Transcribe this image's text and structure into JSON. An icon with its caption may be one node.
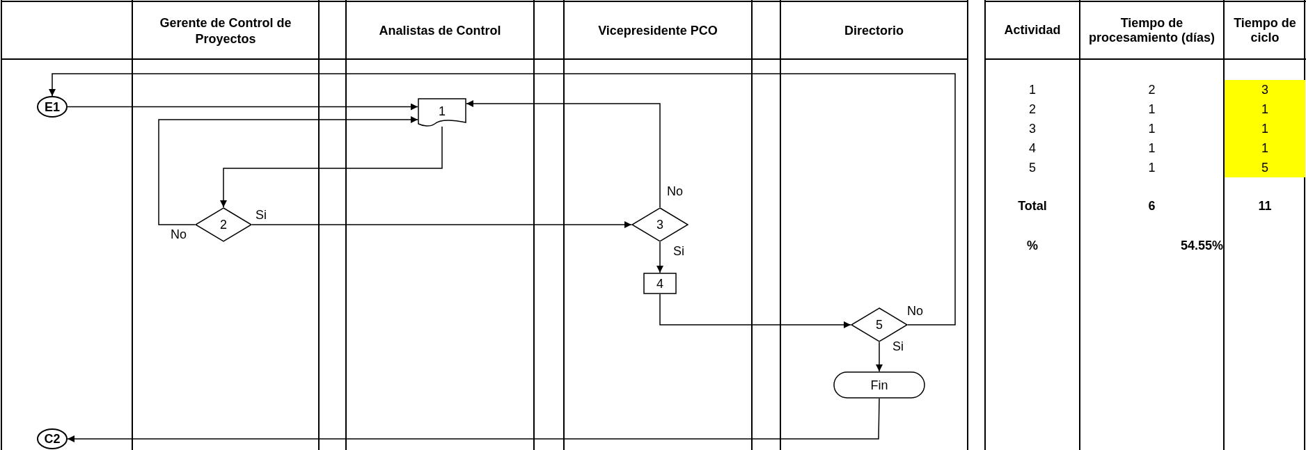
{
  "diagram": {
    "nodes": [
      {
        "text": [
          "E1"
        ]
      },
      {
        "text": [
          "1"
        ]
      },
      {
        "text": [
          "2"
        ]
      },
      {
        "text": [
          "3"
        ]
      },
      {
        "text": [
          "4"
        ]
      },
      {
        "text": [
          "5"
        ]
      },
      {
        "text": [
          "Fin"
        ]
      },
      {
        "text": [
          "C2"
        ]
      }
    ],
    "edges": [
      {
        "from": 0,
        "to": 1,
        "arrow": "to"
      },
      {
        "from": 2,
        "to": 1,
        "arrow": "to",
        "label": "No"
      },
      {
        "from": 1,
        "to": 2,
        "arrow": "to"
      },
      {
        "from": 2,
        "to": 3,
        "arrow": "to",
        "label": "Si"
      },
      {
        "from": 3,
        "to": 1,
        "arrow": "to",
        "label": "No"
      },
      {
        "from": 3,
        "to": 4,
        "arrow": "to",
        "label": "Si"
      },
      {
        "from": 4,
        "to": 5,
        "arrow": "to"
      },
      {
        "from": 5,
        "to": 0,
        "arrow": "to",
        "label": "No"
      },
      {
        "from": 5,
        "to": 6,
        "arrow": "to",
        "label": "Si"
      },
      {
        "from": 6,
        "to": 7,
        "arrow": "to"
      }
    ],
    "labels": [
      "Gerente de Control de Proyectos",
      "Analistas de Control",
      "Vicepresidente PCO",
      "Directorio",
      "Actividad",
      "Tiempo de procesamiento (días)",
      "Tiempo de ciclo",
      "1",
      "2",
      "3",
      "2",
      "1",
      "1",
      "3",
      "1",
      "1",
      "4",
      "1",
      "1",
      "5",
      "1",
      "5",
      "Total",
      "6",
      "11",
      "%",
      "54.55%"
    ]
  }
}
